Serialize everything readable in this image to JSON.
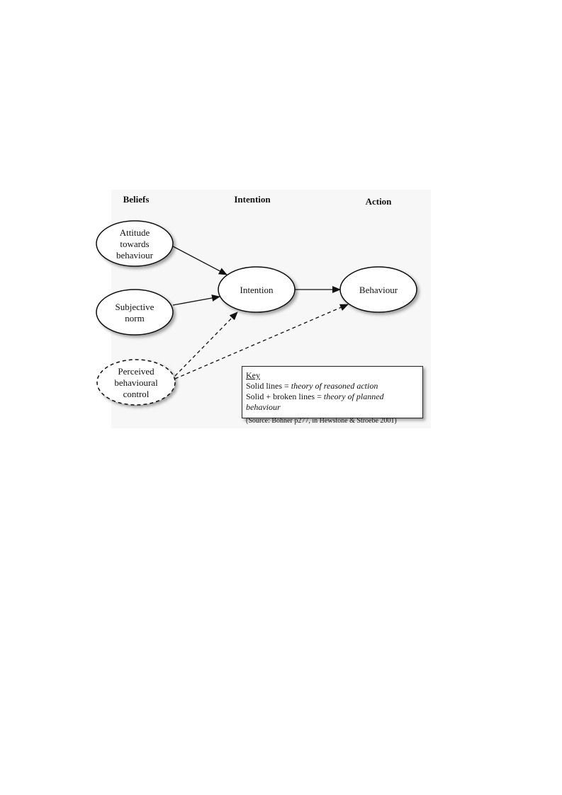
{
  "columns": {
    "beliefs": "Beliefs",
    "intention": "Intention",
    "action": "Action"
  },
  "nodes": {
    "attitude": [
      "Attitude",
      "towards",
      "behaviour"
    ],
    "subjective_norm": [
      "Subjective",
      "norm"
    ],
    "perceived_control": [
      "Perceived",
      "behavioural",
      "control"
    ],
    "intention": "Intention",
    "behaviour": "Behaviour"
  },
  "key": {
    "title": "Key",
    "solid_prefix": "Solid lines = ",
    "solid_theory": "theory of reasoned action",
    "broken_prefix": "Solid + broken lines = ",
    "broken_theory": "theory of planned behaviour",
    "source": "(Source: Bohner p277, in Hewstone & Stroebe 2001)"
  },
  "colors": {
    "stroke": "#111111",
    "panel_background": "#f7f7f7"
  }
}
